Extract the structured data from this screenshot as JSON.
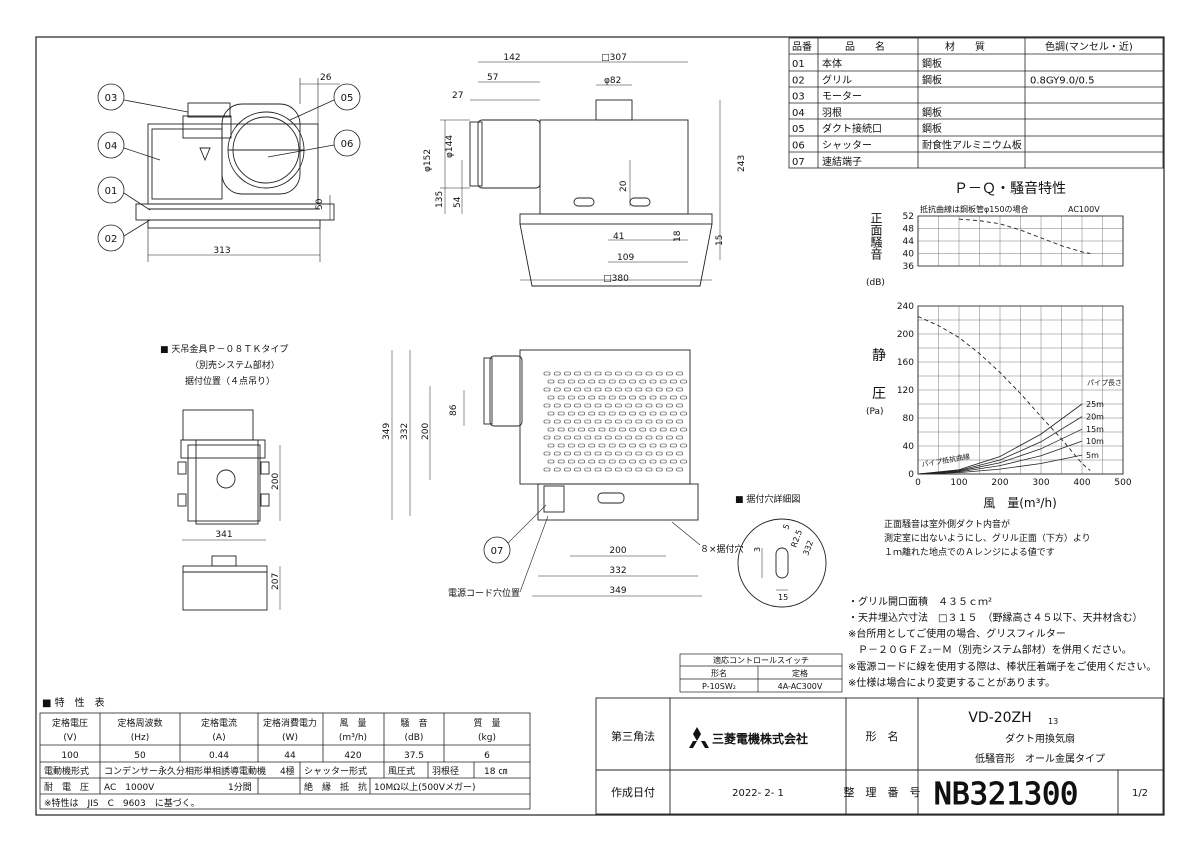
{
  "parts_table": {
    "headers": [
      "品番",
      "品　　名",
      "材　　質",
      "色調(マンセル・近)"
    ],
    "rows": [
      [
        "01",
        "本体",
        "鋼板",
        ""
      ],
      [
        "02",
        "グリル",
        "鋼板",
        "0.8GY9.0/0.5"
      ],
      [
        "03",
        "モーター",
        "",
        ""
      ],
      [
        "04",
        "羽根",
        "鋼板",
        ""
      ],
      [
        "05",
        "ダクト接続口",
        "鋼板",
        ""
      ],
      [
        "06",
        "シャッター",
        "耐食性アルミニウム板",
        ""
      ],
      [
        "07",
        "速結端子",
        "",
        ""
      ]
    ]
  },
  "views": {
    "callouts": [
      "03",
      "04",
      "01",
      "02",
      "05",
      "06"
    ],
    "front_dims": [
      "26",
      "50",
      "313"
    ],
    "side_dims": [
      "142",
      "□307",
      "57",
      "φ82",
      "27",
      "φ152",
      "φ144",
      "243",
      "135",
      "54",
      "20",
      "41",
      "18",
      "109",
      "15",
      "□380"
    ]
  },
  "chart_data": {
    "type": "line",
    "title": "Ｐ－Ｑ・騒音特性",
    "noise_panel": {
      "ylabel": "正面騒音",
      "yunit": "(dB)",
      "annotation": "抵抗曲線は鋼板管φ150の場合",
      "power": "AC100V",
      "yticks": [
        "52",
        "48",
        "44",
        "40",
        "36"
      ],
      "ylim": [
        36,
        52
      ],
      "series": [
        {
          "x": [
            100,
            150,
            200,
            250,
            300,
            350,
            400,
            420
          ],
          "y": [
            51,
            50.5,
            49.5,
            47.5,
            45,
            42.5,
            40.5,
            40
          ]
        }
      ]
    },
    "pressure_panel": {
      "ylabel_chars": [
        "静",
        "圧"
      ],
      "yunit": "(Pa)",
      "yticks": [
        "240",
        "200",
        "160",
        "120",
        "80",
        "40",
        "0"
      ],
      "ylim": [
        0,
        240
      ],
      "xticks": [
        "0",
        "100",
        "200",
        "300",
        "400",
        "500"
      ],
      "xlim": [
        0,
        500
      ],
      "xlabel": "風　量(m³/h)",
      "pq_curve": {
        "x": [
          0,
          50,
          100,
          150,
          200,
          250,
          300,
          350,
          400,
          420
        ],
        "y": [
          225,
          212,
          195,
          172,
          145,
          115,
          82,
          50,
          15,
          5
        ]
      },
      "pipe_length_label": "パイプ長さ",
      "pipe_curves": [
        {
          "name": "25m",
          "x": [
            0,
            100,
            200,
            300,
            400
          ],
          "y": [
            0,
            6,
            25,
            57,
            100
          ]
        },
        {
          "name": "20m",
          "x": [
            0,
            100,
            200,
            300,
            400
          ],
          "y": [
            0,
            5,
            20,
            46,
            82
          ]
        },
        {
          "name": "15m",
          "x": [
            0,
            100,
            200,
            300,
            400
          ],
          "y": [
            0,
            4,
            16,
            36,
            64
          ]
        },
        {
          "name": "10m",
          "x": [
            0,
            100,
            200,
            300,
            400
          ],
          "y": [
            0,
            3,
            12,
            26,
            47
          ]
        },
        {
          "name": "5m",
          "x": [
            0,
            100,
            200,
            300,
            400
          ],
          "y": [
            0,
            2,
            7,
            15,
            27
          ]
        }
      ],
      "pipe_resistance_label": "パイプ抵抗曲線"
    }
  },
  "notes_chart": [
    "正面騒音は室外側ダクト内音が",
    "測定室に出ないようにし、グリル正面（下方）より",
    "１ｍ離れた地点でのＡレンジによる値です"
  ],
  "hanging": {
    "title": "■ 天吊金具Ｐ－０８ＴＫタイプ",
    "sub1": "（別売システム部材）",
    "sub2": "据付位置（４点吊り）",
    "dims": [
      "200",
      "341",
      "207"
    ]
  },
  "bottom_view": {
    "dims": [
      "349",
      "332",
      "200",
      "86",
      "200",
      "332",
      "349"
    ],
    "callout": "07",
    "holes_label": "８×据付穴",
    "cord_label": "電源コード穴位置"
  },
  "detail": {
    "title": "■ 据付穴詳細図",
    "dims": [
      "3",
      "R2.5",
      "332",
      "5",
      "15"
    ]
  },
  "spec_notes": [
    "・グリル開口面積　４３５ｃｍ²",
    "・天井埋込穴寸法　□３１５　（野縁高さ４５以下、天井材含む）",
    "※台所用としてご使用の場合、グリスフィルター",
    "　Ｐ－２０ＧＦＺ₂－Ｍ（別売システム部材）を併用ください。",
    "※電源コードに線を使用する際は、棒状圧着端子をご使用ください。",
    "※仕様は場合により変更することがあります。"
  ],
  "control_switch": {
    "title": "適応コントロールスイッチ",
    "headers": [
      "形名",
      "定格"
    ],
    "values": [
      "P-10SW₂",
      "4A-AC300V"
    ]
  },
  "characteristics": {
    "title": "■ 特　性　表",
    "headers": [
      "定格電圧",
      "定格周波数",
      "定格電流",
      "定格消費電力",
      "風　量",
      "騒　音",
      "質　量"
    ],
    "units": [
      "(V)",
      "(Hz)",
      "(A)",
      "(W)",
      "(m³/h)",
      "(dB)",
      "(kg)"
    ],
    "values": [
      "100",
      "50",
      "0.44",
      "44",
      "420",
      "37.5",
      "6"
    ],
    "row_motor": [
      "電動機形式",
      "コンデンサー永久分相形単相誘導電動機",
      "4極",
      "シャッター形式",
      "風圧式",
      "羽根径",
      "18 ㎝"
    ],
    "row_voltage": [
      "耐　電　圧",
      "AC　1000V",
      "1分間",
      "絶　縁　抵　抗",
      "10MΩ以上(500Vメガー)"
    ],
    "note": "※特性は　JIS　C　9603　に基づく。"
  },
  "title_block": {
    "projection": "第三角法",
    "company": "三菱電機株式会社",
    "model_label": "形　名",
    "model": "VD-20ZH",
    "model_sub": "13",
    "desc1": "ダクト用換気扇",
    "desc2": "低騒音形　オール金属タイプ",
    "date_label": "作成日付",
    "date": "2022- 2- 1",
    "doc_label": "整　理　番　号",
    "doc_no": "NB321300",
    "page": "1/2"
  }
}
